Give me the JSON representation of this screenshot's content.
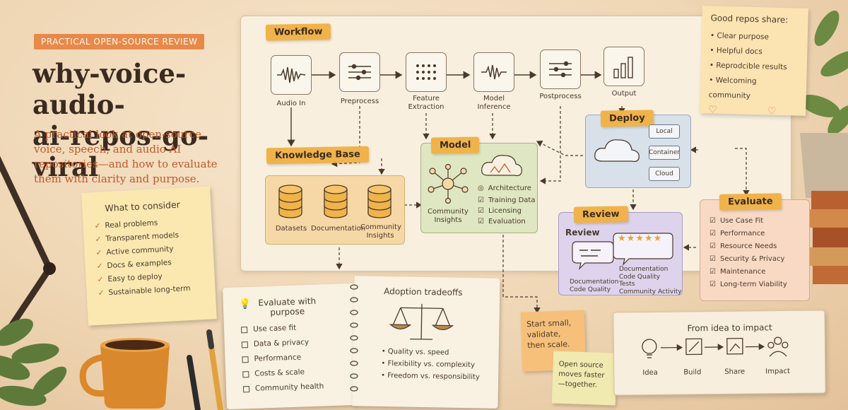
{
  "header": {
    "tag": "PRACTICAL OPEN-SOURCE REVIEW",
    "title_line1": "why-voice-audio-",
    "title_line2": "ai-repos-go-viral",
    "subtitle": "A practical look at open-source voice, speech, and audio AI repositories—and how to evaluate them with clarity and purpose."
  },
  "workflow": {
    "label": "Workflow",
    "steps": [
      {
        "label": "Audio In",
        "icon": "waveform-icon"
      },
      {
        "label": "Preprocess",
        "icon": "sliders-icon"
      },
      {
        "label": "Feature Extraction",
        "icon": "dot-grid-icon"
      },
      {
        "label": "Model Inference",
        "icon": "waveform-icon"
      },
      {
        "label": "Postprocess",
        "icon": "sliders-icon"
      },
      {
        "label": "Output",
        "icon": "bar-chart-icon"
      }
    ]
  },
  "knowledge_base": {
    "label": "Knowledge Base",
    "items": [
      "Datasets",
      "Documentation",
      "Community Insights"
    ]
  },
  "model": {
    "label": "Model",
    "hub_label": "Community Insights",
    "items": [
      "Architecture",
      "Training Data",
      "Licensing",
      "Evaluation"
    ]
  },
  "deploy": {
    "label": "Deploy",
    "targets": [
      "Local",
      "Container",
      "Cloud"
    ]
  },
  "review": {
    "label": "Review",
    "heading": "Review",
    "left_items": [
      "Documentation",
      "Code Quality"
    ],
    "right_items": [
      "Documentation",
      "Code Quality",
      "Tests",
      "Community Activity"
    ]
  },
  "evaluate": {
    "label": "Evaluate",
    "items": [
      "Use Case Fit",
      "Performance",
      "Resource Needs",
      "Security & Privacy",
      "Maintenance",
      "Long-term Viability"
    ]
  },
  "good_repos": {
    "heading": "Good repos share:",
    "items": [
      "Clear purpose",
      "Helpful docs",
      "Reprodcible results",
      "Welcoming community"
    ]
  },
  "consider": {
    "heading": "What to consider",
    "items": [
      "Real problems",
      "Transparent models",
      "Active community",
      "Docs & examples",
      "Easy to deploy",
      "Sustainable long-term"
    ]
  },
  "notebook": {
    "left_heading": "Evaluate with purpose",
    "left_items": [
      "Use case fit",
      "Data & privacy",
      "Performance",
      "Costs & scale",
      "Community health"
    ],
    "right_heading": "Adoption tradeoffs",
    "right_items": [
      "Quality vs. speed",
      "Flexibility vs. complexity",
      "Freedom vs. responsibility"
    ]
  },
  "notes": {
    "start_small": "Start small, validate, then scale.",
    "open_source": "Open source moves faster—together."
  },
  "impact": {
    "heading": "From idea to impact",
    "steps": [
      "Idea",
      "Build",
      "Share",
      "Impact"
    ]
  },
  "colors": {
    "accent": "#e8894a",
    "tag_yellow": "#f0b34a",
    "kb": "#f6d7a6",
    "model": "#dfe6c2",
    "deploy": "#d8e0ea",
    "review": "#ddd3ec",
    "evaluate": "#f8d9c4"
  }
}
